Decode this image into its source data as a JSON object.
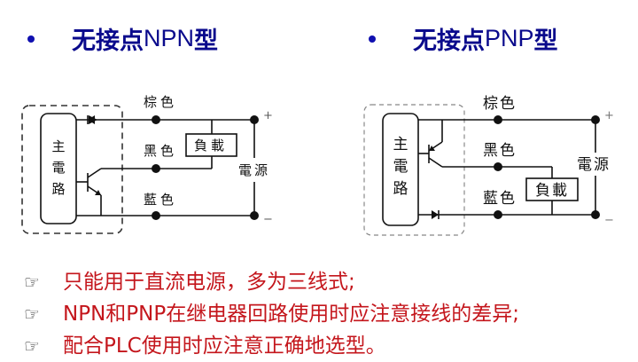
{
  "titles": {
    "npn": {
      "prefix": "无接点",
      "code": "NPN",
      "suffix": "型"
    },
    "pnp": {
      "prefix": "无接点",
      "code": "PNP",
      "suffix": "型"
    }
  },
  "npn_diagram": {
    "main_circuit_label": [
      "主",
      "電",
      "路"
    ],
    "wire_labels": {
      "brown": "棕色",
      "black": "黑色",
      "blue": "藍色"
    },
    "load_label": "負載",
    "power_label": "電源",
    "plus": "+",
    "minus": "−"
  },
  "pnp_diagram": {
    "main_circuit_label": [
      "主",
      "電",
      "路"
    ],
    "wire_labels": {
      "brown": "棕色",
      "black": "黑色",
      "blue": "藍色"
    },
    "load_label": "負載",
    "power_label": "電源",
    "plus": "+",
    "minus": "−"
  },
  "notes": {
    "icon": "pointing-hand-icon",
    "icon_glyph": "☞",
    "items": [
      "只能用于直流电源，多为三线式;",
      "NPN和PNP在继电器回路使用时应注意接线的差异;",
      "配合PLC使用时应注意正确地选型。"
    ]
  },
  "colors": {
    "title": "#0a0a8c",
    "bullet": "#1010b0",
    "notes": "#c4161c",
    "lines": "#111111",
    "dashed_box": "#333333"
  }
}
